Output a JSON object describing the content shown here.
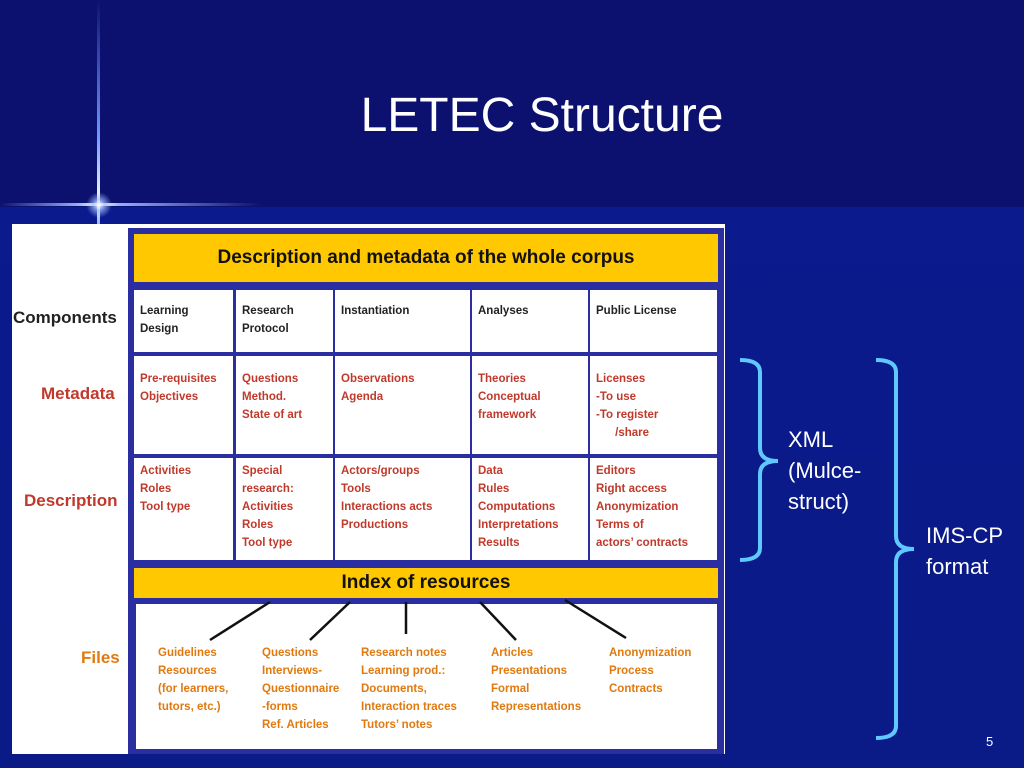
{
  "slide": {
    "title": "LETEC Structure",
    "page_number": "5"
  },
  "diagram": {
    "header": "Description and metadata of the whole corpus",
    "index_header": "Index of resources",
    "row_labels": {
      "components": "Components",
      "metadata": "Metadata",
      "description": "Description",
      "files": "Files"
    },
    "components": [
      [
        "Learning",
        "Design"
      ],
      [
        "Research",
        "Protocol"
      ],
      [
        "Instantiation"
      ],
      [
        "Analyses"
      ],
      [
        "Public License"
      ]
    ],
    "metadata": [
      [
        "Pre-requisites",
        "Objectives"
      ],
      [
        "Questions",
        "Method.",
        "State of art"
      ],
      [
        "Observations",
        "Agenda"
      ],
      [
        "Theories",
        "Conceptual",
        "framework"
      ],
      [
        "Licenses",
        "-To use",
        "-To register",
        "      /share"
      ]
    ],
    "description": [
      [
        "Activities",
        "Roles",
        "Tool type"
      ],
      [
        "Special",
        "research:",
        "Activities",
        "Roles",
        "Tool type"
      ],
      [
        "Actors/groups",
        "Tools",
        "Interactions acts",
        "Productions"
      ],
      [
        "Data",
        "Rules",
        "Computations",
        "Interpretations",
        "Results"
      ],
      [
        "Editors",
        "Right access",
        "Anonymization",
        "Terms of",
        "actors’ contracts"
      ]
    ],
    "files": [
      [
        "Guidelines",
        "Resources",
        "(for learners,",
        "tutors, etc.)"
      ],
      [
        "Questions",
        "Interviews-",
        "Questionnaire",
        "-forms",
        "Ref. Articles"
      ],
      [
        "Research notes",
        "Learning prod.:",
        "Documents,",
        "Interaction traces",
        "Tutors’ notes"
      ],
      [
        "Articles",
        "Presentations",
        "Formal",
        "Representations"
      ],
      [
        "Anonymization",
        "Process",
        "Contracts"
      ]
    ]
  },
  "annotations": {
    "xml": [
      "XML",
      "(Mulce-",
      "struct)"
    ],
    "ims": [
      "IMS-CP",
      "format"
    ]
  },
  "colors": {
    "background": "#0a1478",
    "header_band": "#ffc800",
    "grid": "#2a2ea0",
    "metadata_text": "#c0392b",
    "files_text": "#e07a10",
    "brace": "#5ec8ff"
  }
}
